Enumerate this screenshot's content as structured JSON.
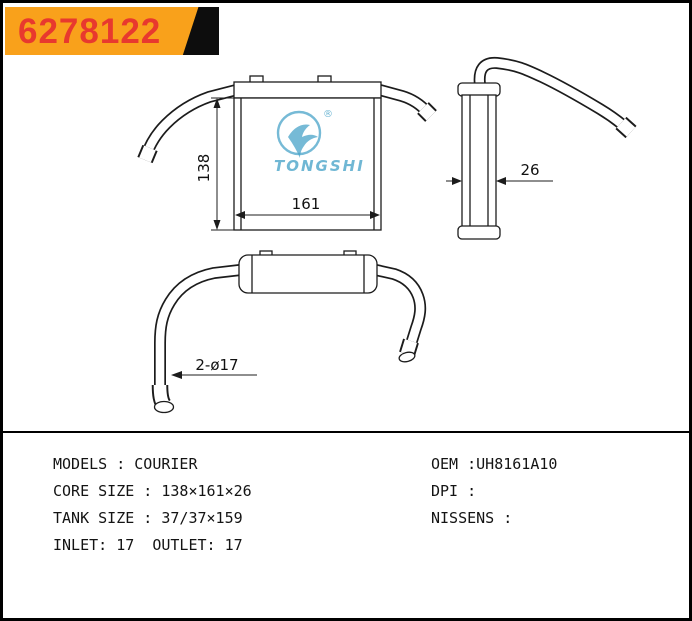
{
  "header": {
    "part_number": "6278122"
  },
  "watermark": {
    "brand": "TONGSHI",
    "registered_mark": "®"
  },
  "dimensions": {
    "front_height": "138",
    "front_width": "161",
    "side_depth": "26",
    "pipe_note": "2-ø17"
  },
  "specs": {
    "left": [
      "MODELS : COURIER",
      "CORE SIZE : 138×161×26",
      "TANK SIZE : 37/37×159",
      "INLET: 17  OUTLET: 17"
    ],
    "right": [
      "OEM :UH8161A10",
      "DPI :",
      "NISSENS :"
    ]
  },
  "colors": {
    "badge_bg": "#F9A11B",
    "part_number_red": "#E8392E",
    "watermark_blue": "#48A3C8",
    "line_color": "#1C1C1C"
  }
}
